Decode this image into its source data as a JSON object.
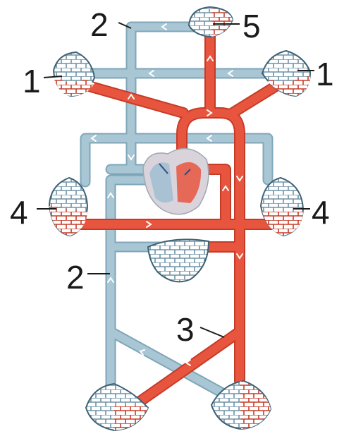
{
  "labels": {
    "top_vein": "2",
    "top_right_capillary": "5",
    "left_capillary": "1",
    "right_capillary": "1",
    "left_mid_capillary": "4",
    "right_mid_capillary": "4",
    "lower_vein": "2",
    "lower_artery": "3"
  },
  "colors": {
    "vein": "#a8c6d4",
    "vein_edge": "#7fa6b8",
    "artery": "#e8553e",
    "artery_edge": "#c63b27",
    "capillary_fill": "#ffffff",
    "heart_fill": "#a9c2d3",
    "heart_membrane": "#d9d4dc",
    "label_text": "#1a1a1a",
    "leader_line": "#1a1a1a"
  }
}
